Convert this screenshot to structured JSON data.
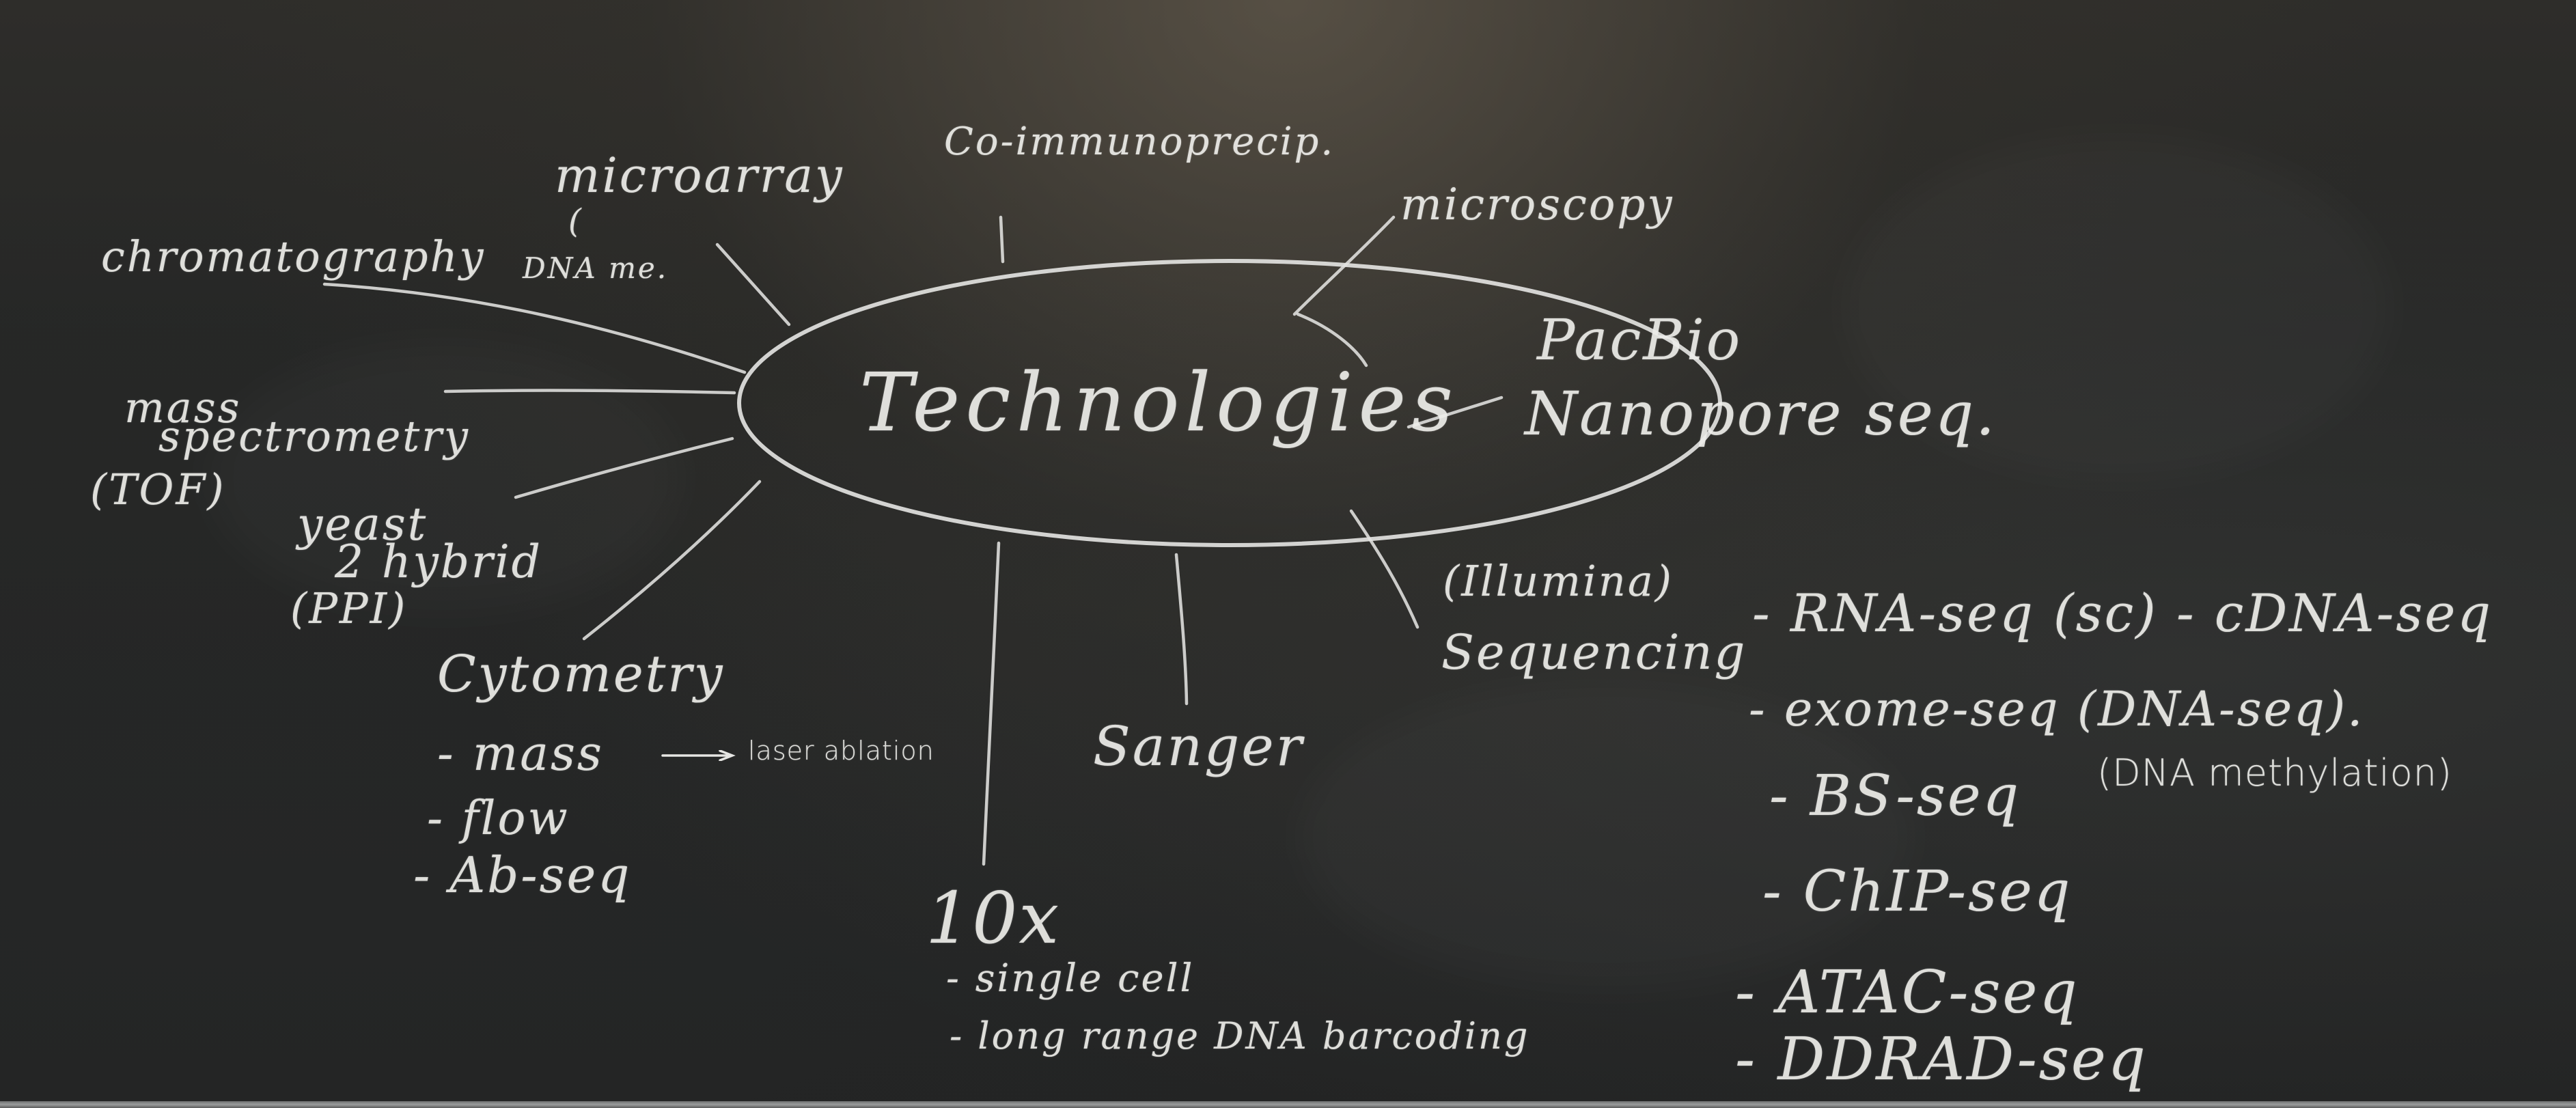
{
  "board": {
    "center": "Technologies",
    "nodes": {
      "chromatography": "chromatography",
      "microarray": "microarray",
      "microarray_paren": "(",
      "dna_me": "DNA me.",
      "coip": "Co-immunoprecip.",
      "microscopy": "microscopy",
      "pacbio": "PacBio",
      "nanopore": "Nanopore seq.",
      "mass_spec_1": "mass",
      "mass_spec_2": "spectrometry",
      "mass_spec_3": "(TOF)",
      "yeast_1": "yeast",
      "yeast_2": "2 hybrid",
      "yeast_3": "(PPI)",
      "cytometry": "Cytometry",
      "cyto_mass": "- mass",
      "cyto_laser": "laser ablation",
      "cyto_flow": "- flow",
      "cyto_abseq": "- Ab-seq",
      "tenx": "10x",
      "tenx_sc": "- single cell",
      "tenx_lr": "- long range DNA barcoding",
      "sanger": "Sanger",
      "illumina": "(Illumina)",
      "sequencing": "Sequencing",
      "seq_rna": "- RNA-seq (sc) - cDNA-seq",
      "seq_exome": "- exome-seq (DNA-seq).",
      "seq_bs": "- BS-seq",
      "seq_bs_note": "(DNA methylation)",
      "seq_chip": "- ChIP-seq",
      "seq_atac": "- ATAC-seq",
      "seq_ddrad": "- DDRAD-seq"
    }
  }
}
